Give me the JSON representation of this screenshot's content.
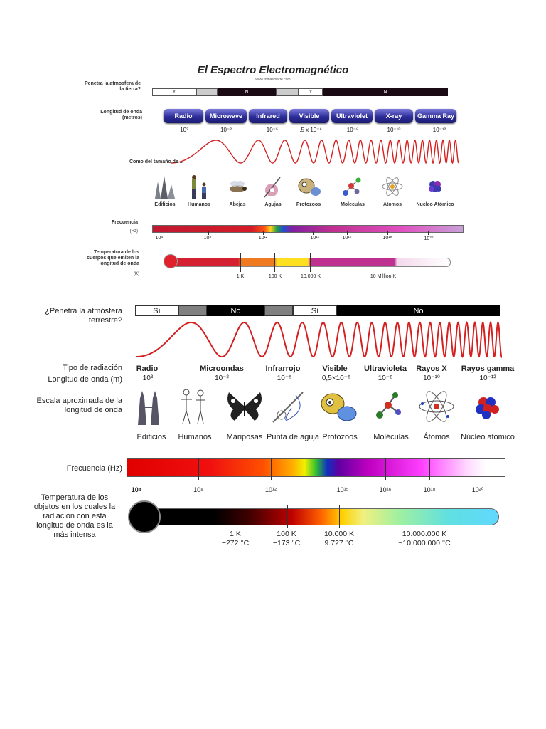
{
  "top": {
    "title": "El Espectro Electromagnético",
    "site": "www.tomasmarte.com",
    "penetrates_label": "Penetra la atmosfera de la tierra?",
    "atmo_segments": [
      "Y",
      "",
      "N",
      "",
      "Y",
      "N"
    ],
    "wavelength_label": "Longitud de onda (metros)",
    "bands": [
      "Radio",
      "Microwave",
      "Infrared",
      "Visible",
      "Ultraviolet",
      "X-ray",
      "Gamma Ray"
    ],
    "wavelengths": [
      "10³",
      "10⁻²",
      "10⁻⁵",
      ".5 x 10⁻⁶",
      "10⁻⁸",
      "10⁻¹⁰",
      "10⁻¹²"
    ],
    "size_label": "Como del tamaño de ...",
    "objects": [
      "Edificios",
      "Humanos",
      "Abejas",
      "Agujas",
      "Protozoos",
      "Moleculas",
      "Atomos",
      "Nucleo Atómico"
    ],
    "freq_label": "Frecuencia",
    "freq_unit": "(Hz)",
    "freqs": [
      "10⁴",
      "10⁸",
      "10¹²",
      "10¹⁵",
      "10¹⁶",
      "10¹⁸",
      "10²⁰"
    ],
    "temp_label": "Temperatura de los cuerpos que emiten la longitud de onda",
    "temp_unit": "(K)",
    "temps": [
      "1 K",
      "100 K",
      "10,000 K",
      "10 Million K"
    ]
  },
  "bottom": {
    "penetrates_label": "¿Penetra la atmósfera terrestre?",
    "atmo_segments": [
      "Sí",
      "",
      "No",
      "",
      "Sí",
      "No"
    ],
    "type_label": "Tipo de radiación",
    "wavelength_label": "Longitud de onda (m)",
    "bands": [
      "Radio",
      "Microondas",
      "Infrarrojo",
      "Visible",
      "Ultravioleta",
      "Rayos X",
      "Rayos gamma"
    ],
    "wavelengths": [
      "10³",
      "10⁻²",
      "10⁻⁵",
      "0,5×10⁻⁶",
      "10⁻⁸",
      "10⁻¹⁰",
      "10⁻¹²"
    ],
    "scale_label": "Escala aproximada de la longitud de onda",
    "objects": [
      "Edificios",
      "Humanos",
      "Mariposas",
      "Punta de aguja",
      "Protozoos",
      "Moléculas",
      "Átomos",
      "Núcleo atómico"
    ],
    "freq_label": "Frecuencia (Hz)",
    "freqs": [
      "10⁴",
      "10⁸",
      "10¹²",
      "10¹⁵",
      "10¹⁶",
      "10¹⁸",
      "10²⁰"
    ],
    "temp_label": "Temperatura de los objetos en los cuales la radiación con esta longitud de onda es la más intensa",
    "temps": [
      {
        "k": "1 K",
        "c": "−272 °C"
      },
      {
        "k": "100 K",
        "c": "−173 °C"
      },
      {
        "k": "10.000 K",
        "c": "9.727 °C"
      },
      {
        "k": "10.000.000 K",
        "c": "~10.000.000 °C"
      }
    ]
  }
}
